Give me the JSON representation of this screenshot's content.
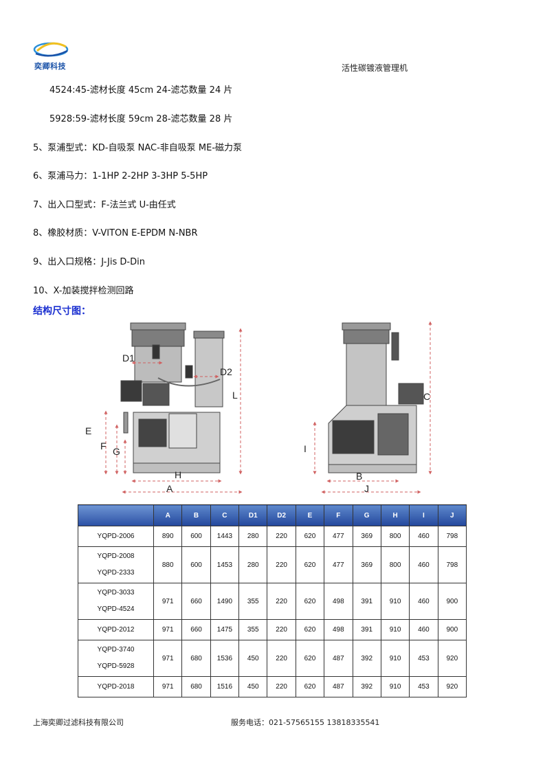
{
  "header": {
    "logo_text": "奕卿科技",
    "doc_title": "活性碳镀液管理机"
  },
  "body_lines": [
    "4524:45-滤材长度 45cm   24-滤芯数量 24 片",
    "5928:59-滤材长度 59cm   28-滤芯数量 28 片",
    "5、泵浦型式：KD-自吸泵    NAC-非自吸泵    ME-磁力泵",
    "6、泵浦马力：1-1HP    2-2HP    3-3HP    5-5HP",
    "7、出入口型式：F-法兰式    U-由任式",
    "8、橡胶材质：V-VITON    E-EPDM    N-NBR",
    "9、出入口规格：J-Jis    D-Din",
    "10、X-加装搅拌检测回路"
  ],
  "section_title": "结构尺寸图：",
  "drawing": {
    "labels": [
      "D1",
      "D2",
      "L",
      "E",
      "F",
      "G",
      "H",
      "A",
      "C",
      "I",
      "B",
      "J"
    ]
  },
  "table": {
    "columns": [
      "A",
      "B",
      "C",
      "D1",
      "D2",
      "E",
      "F",
      "G",
      "H",
      "I",
      "J"
    ],
    "rows": [
      {
        "models": [
          "YQPD-2006"
        ],
        "values": [
          "890",
          "600",
          "1443",
          "280",
          "220",
          "620",
          "477",
          "369",
          "800",
          "460",
          "798"
        ]
      },
      {
        "models": [
          "YQPD-2008",
          "YQPD-2333"
        ],
        "values": [
          "880",
          "600",
          "1453",
          "280",
          "220",
          "620",
          "477",
          "369",
          "800",
          "460",
          "798"
        ]
      },
      {
        "models": [
          "YQPD-3033",
          "YQPD-4524"
        ],
        "values": [
          "971",
          "660",
          "1490",
          "355",
          "220",
          "620",
          "498",
          "391",
          "910",
          "460",
          "900"
        ]
      },
      {
        "models": [
          "YQPD-2012"
        ],
        "values": [
          "971",
          "660",
          "1475",
          "355",
          "220",
          "620",
          "498",
          "391",
          "910",
          "460",
          "900"
        ]
      },
      {
        "models": [
          "YQPD-3740",
          "YQPD-5928"
        ],
        "values": [
          "971",
          "680",
          "1536",
          "450",
          "220",
          "620",
          "487",
          "392",
          "910",
          "453",
          "920"
        ]
      },
      {
        "models": [
          "YQPD-2018"
        ],
        "values": [
          "971",
          "680",
          "1516",
          "450",
          "220",
          "620",
          "487",
          "392",
          "910",
          "453",
          "920"
        ]
      }
    ]
  },
  "footer": {
    "company": "上海奕卿过滤科技有限公司",
    "phone": "服务电话：021-57565155    13818335541"
  },
  "colors": {
    "logo_blue": "#1a52a8",
    "logo_yellow": "#f0c020",
    "section_title": "#1a2fd0",
    "table_header_top": "#5e88cc",
    "table_header_bottom": "#23479c",
    "dimension_lines": "#d06060"
  }
}
